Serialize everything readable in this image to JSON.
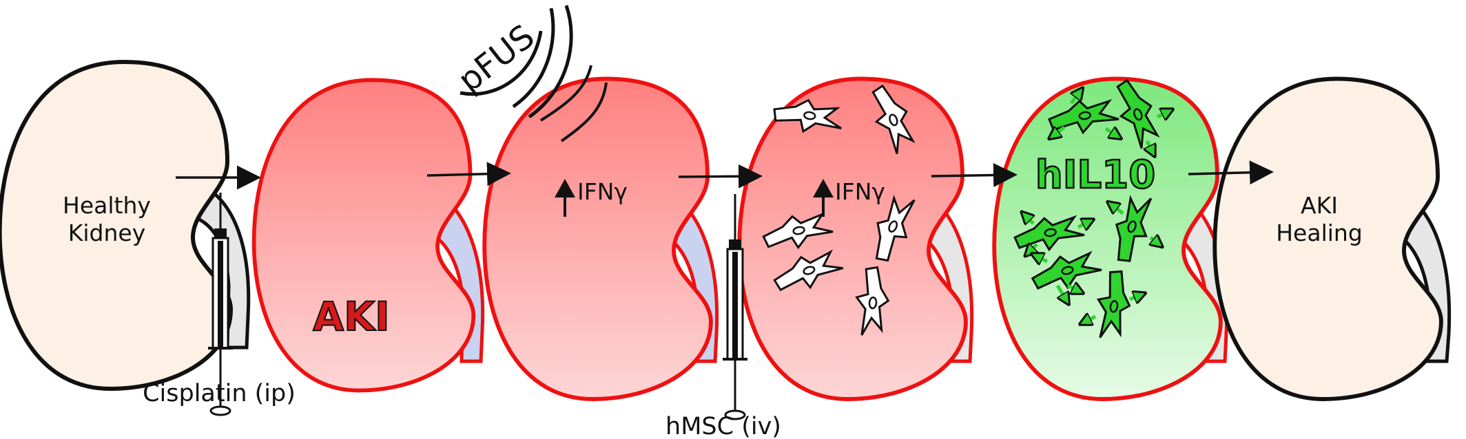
{
  "stages": [
    {
      "id": "healthy",
      "label_lines": [
        "Healthy",
        "Kidney"
      ]
    },
    {
      "id": "aki",
      "label": "AKI"
    },
    {
      "id": "pfus",
      "pfus_label": "pFUS",
      "marker": "IFNγ"
    },
    {
      "id": "msc",
      "marker": "IFNγ"
    },
    {
      "id": "hil10",
      "label": "hIL10"
    },
    {
      "id": "healing",
      "label_lines": [
        "AKI",
        "Healing"
      ]
    }
  ],
  "injections": [
    {
      "label": "Cisplatin (ip)"
    },
    {
      "label": "hMSC (iv)"
    }
  ],
  "colors": {
    "outline_black": "#111111",
    "outline_red": "#ee1111",
    "healthy_fill": "#fdf1e6",
    "aki_fill_top": "#ff8080",
    "aki_fill_bottom": "#fdd6d6",
    "green_fill_top": "#7de87d",
    "green_fill_bottom": "#e6fbe6",
    "ureter_grey": "#e6e6e6",
    "ureter_blue": "#c9d3ef",
    "cell_green": "#2fd42f"
  }
}
